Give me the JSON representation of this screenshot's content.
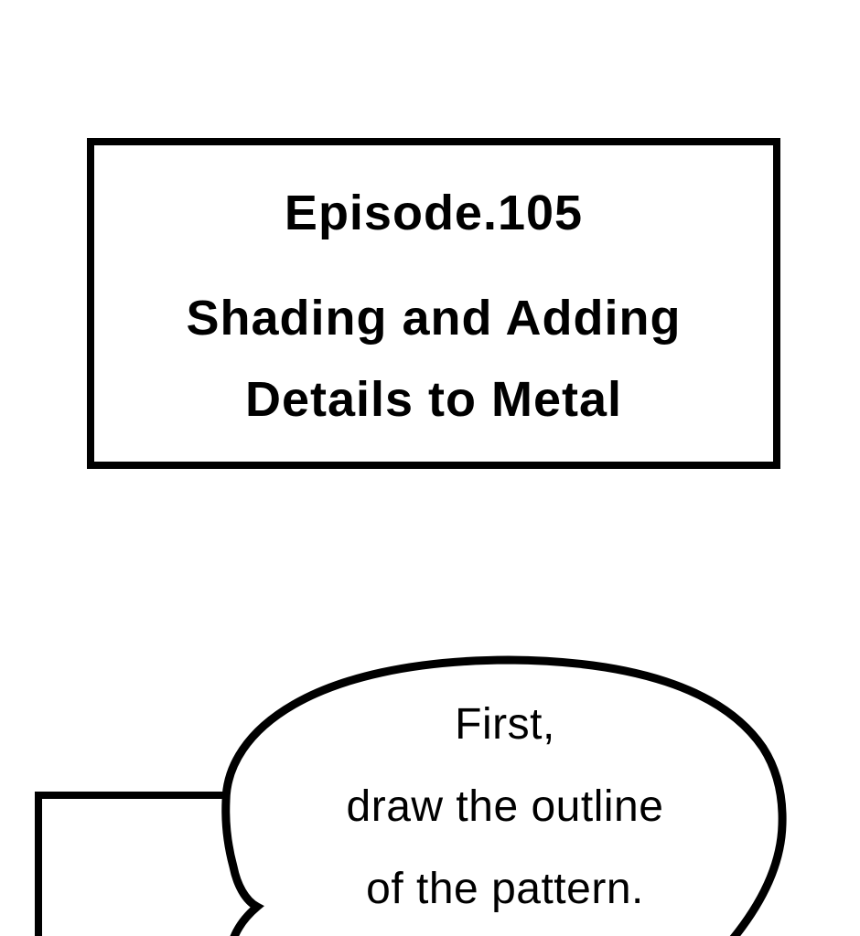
{
  "page": {
    "background_color": "#ffffff",
    "ink_color": "#000000"
  },
  "title_panel": {
    "episode": "Episode.105",
    "title_lines": [
      "Shading and Adding",
      "Details to Metal"
    ]
  },
  "speech_bubble": {
    "lines": [
      "First,",
      "draw the outline",
      "of the pattern."
    ]
  }
}
